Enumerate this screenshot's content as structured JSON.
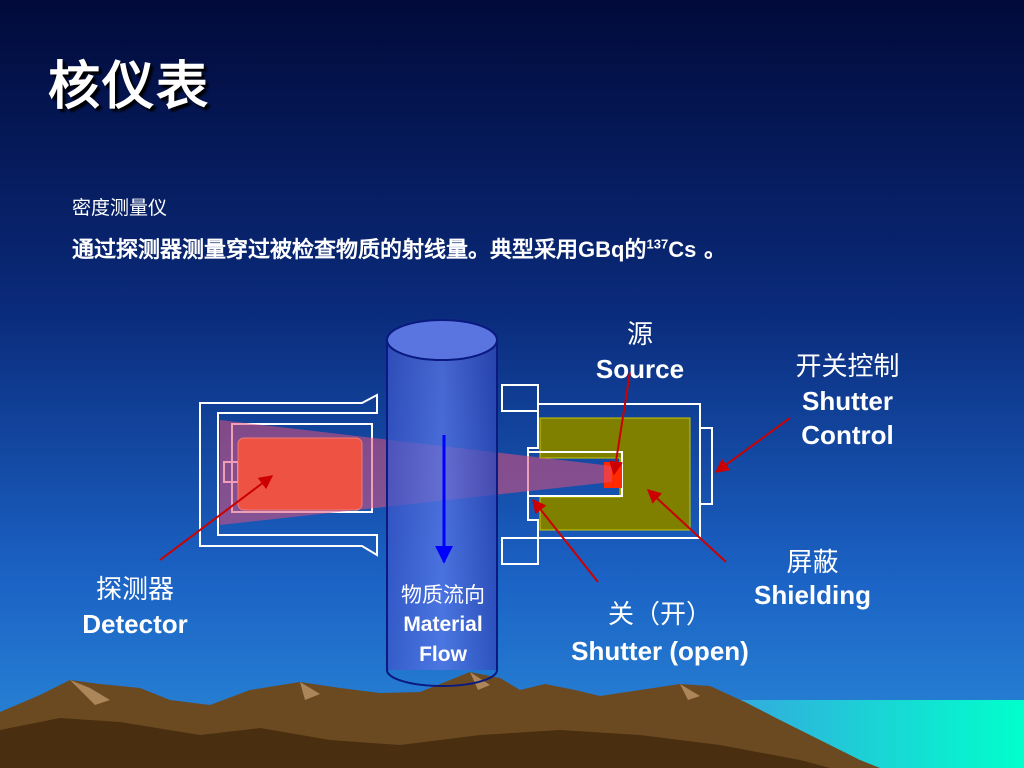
{
  "slide": {
    "title": "核仪表",
    "subtitle": "密度测量仪",
    "description": {
      "text": "通过探测器测量穿过被检查物质的射线量。典型采用",
      "unit": "GBq",
      "connector": "的",
      "isotope_mass": "137",
      "isotope_symbol": "Cs",
      "end": " 。"
    }
  },
  "diagram": {
    "source": {
      "zh": "源",
      "en": "Source"
    },
    "shutter_control": {
      "zh": "开关控制",
      "en_line1": "Shutter",
      "en_line2": "Control"
    },
    "detector": {
      "zh": "探测器",
      "en": "Detector"
    },
    "material_flow": {
      "zh": "物质流向",
      "en_line1": "Material",
      "en_line2": "Flow"
    },
    "shutter_open": {
      "zh": "关（开）",
      "en": "Shutter (open)"
    },
    "shielding": {
      "zh": "屏蔽",
      "en": "Shielding"
    }
  },
  "colors": {
    "background_top": "#010a3a",
    "background_bottom": "#1b62c4",
    "detector": "#ff5500",
    "source": "#ff2a00",
    "shielding": "#7f7f00",
    "beam": "#e0507a",
    "pipe": "#5068d8",
    "arrow": "#cc0000",
    "flow_arrow": "#0000ff"
  }
}
